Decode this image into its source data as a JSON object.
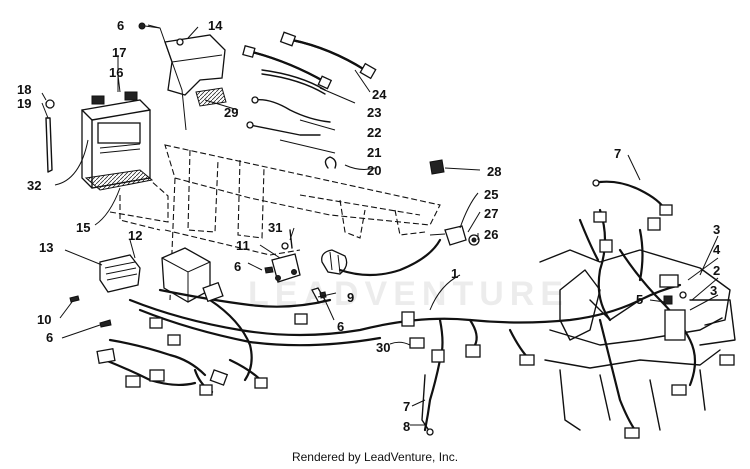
{
  "footer_text": "Rendered by LeadVenture, Inc.",
  "watermark_text": "LEADVENTURE",
  "callouts": {
    "c1": "1",
    "c2": "2",
    "c3a": "3",
    "c3b": "3",
    "c4": "4",
    "c5": "5",
    "c6a": "6",
    "c6b": "6",
    "c6c": "6",
    "c6d": "6",
    "c7a": "7",
    "c7b": "7",
    "c8": "8",
    "c9": "9",
    "c10": "10",
    "c11": "11",
    "c12": "12",
    "c13": "13",
    "c14": "14",
    "c15": "15",
    "c16": "16",
    "c17": "17",
    "c18": "18",
    "c19": "19",
    "c20": "20",
    "c21": "21",
    "c22": "22",
    "c23": "23",
    "c24": "24",
    "c25": "25",
    "c26": "26",
    "c27": "27",
    "c28": "28",
    "c29": "29",
    "c30": "30",
    "c31": "31",
    "c32": "32"
  }
}
